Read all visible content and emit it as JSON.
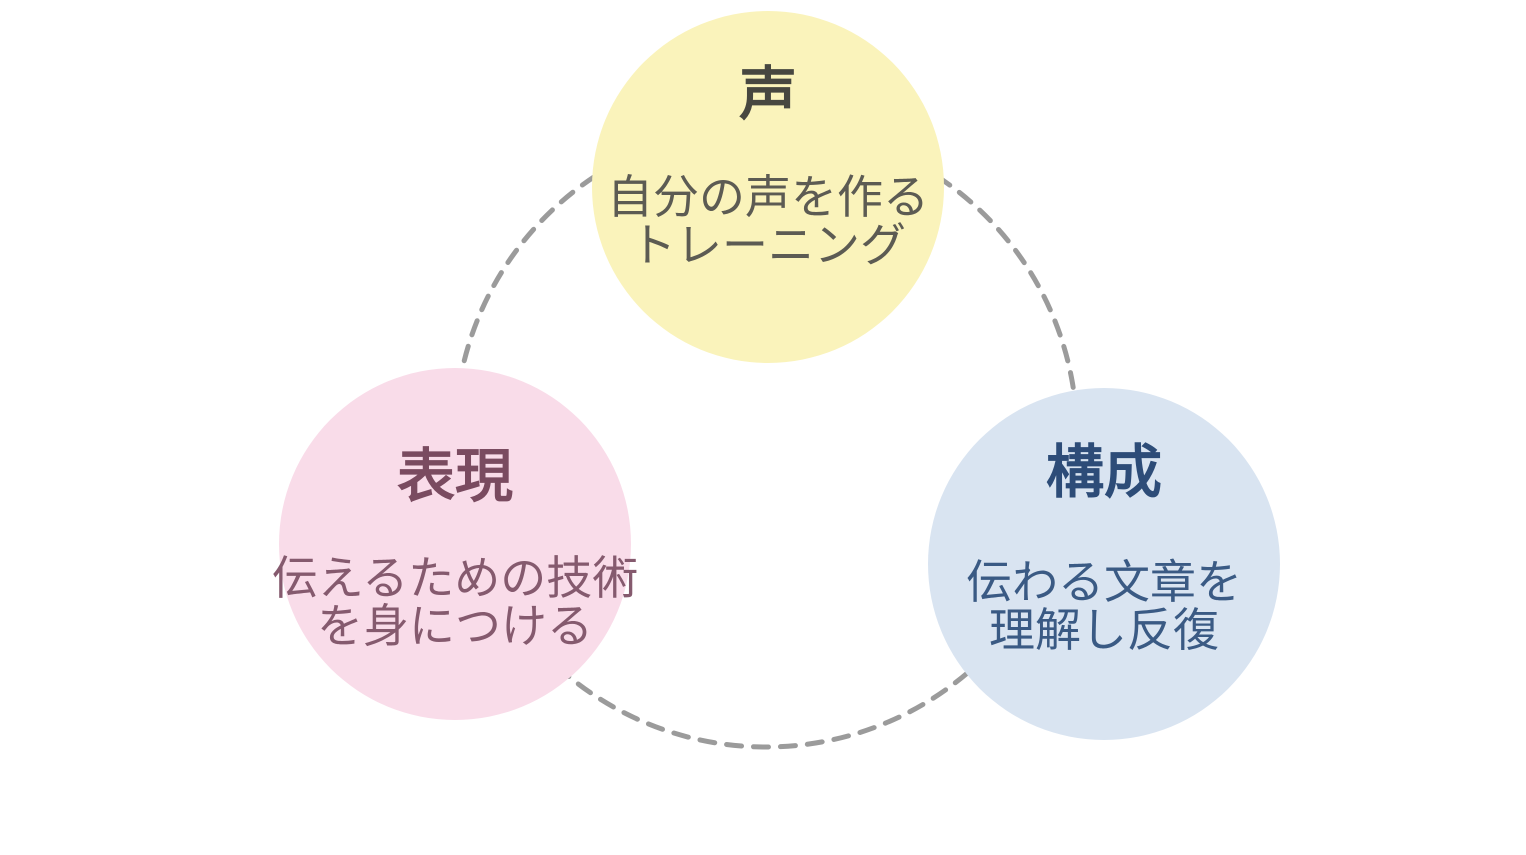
{
  "diagram": {
    "background": "#FFFFFF",
    "ring": {
      "color": "#9B9B9B",
      "style": "dashed"
    },
    "nodes": [
      {
        "id": "voice",
        "title": "声",
        "lines": [
          "自分の声を作る",
          "トレーニング"
        ],
        "fill": "#FAF3BB",
        "title_color": "#474740",
        "text_color": "#5C5B53"
      },
      {
        "id": "expression",
        "title": "表現",
        "lines": [
          "伝えるための技術",
          "を身につける"
        ],
        "fill": "#F9DCE9",
        "title_color": "#7A4B60",
        "text_color": "#855A6E"
      },
      {
        "id": "structure",
        "title": "構成",
        "lines": [
          "伝わる文章を",
          "理解し反復"
        ],
        "fill": "#D9E4F1",
        "title_color": "#2D4C78",
        "text_color": "#3A5A84"
      }
    ]
  }
}
